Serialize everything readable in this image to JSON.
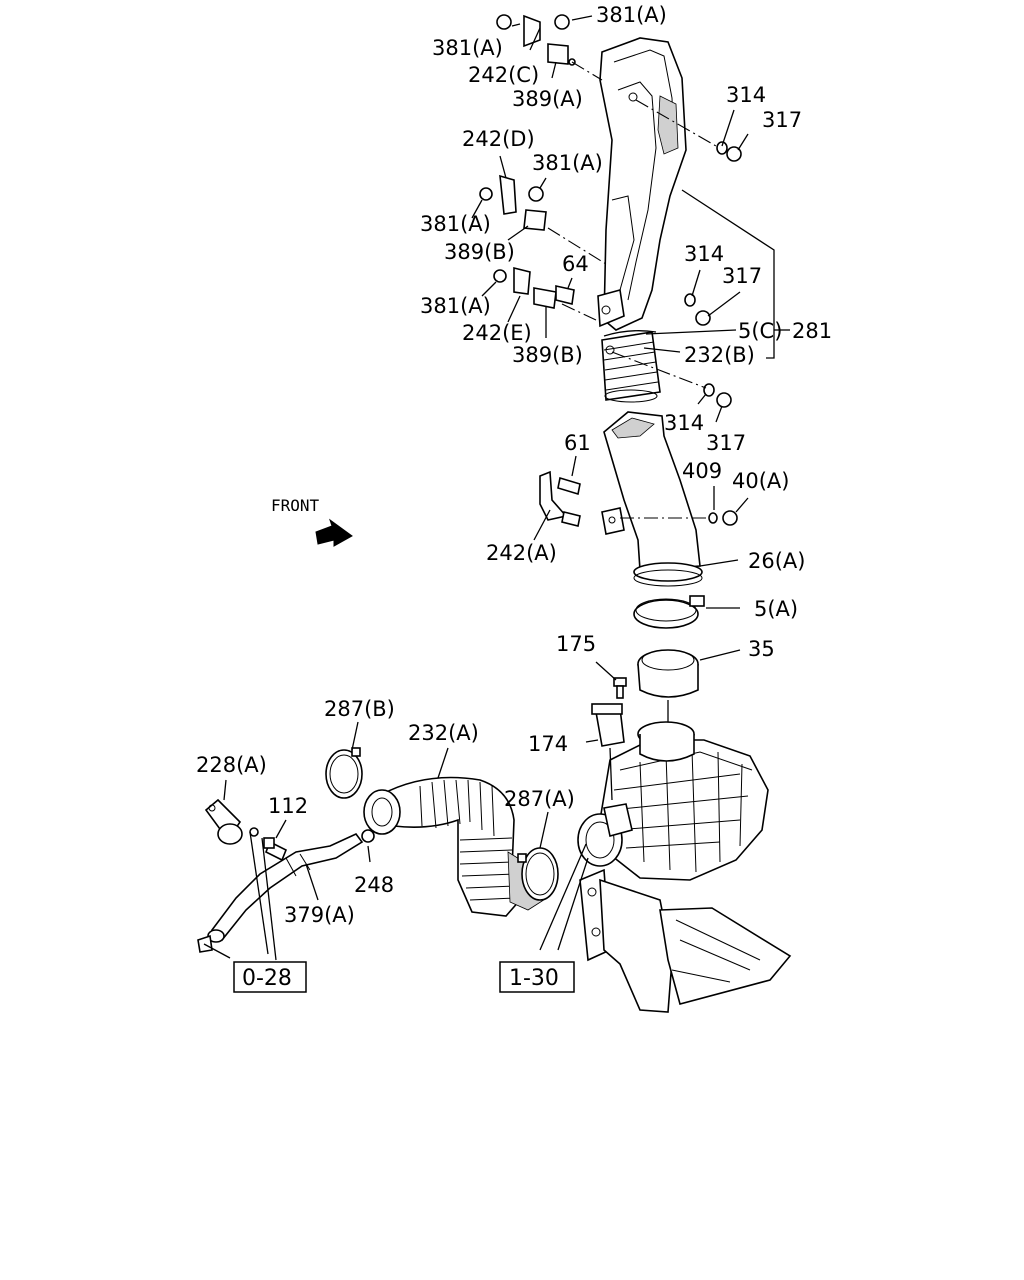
{
  "diagram": {
    "front_label": "FRONT",
    "callouts": {
      "c381a_top_right": "381(A)",
      "c381a_top_left": "381(A)",
      "c242c": "242(C)",
      "c389a": "389(A)",
      "c314_top": "314",
      "c317_top": "317",
      "c242d": "242(D)",
      "c381a_mid_right": "381(A)",
      "c381a_mid_left": "381(A)",
      "c389b_upper": "389(B)",
      "c64": "64",
      "c381a_low": "381(A)",
      "c242e": "242(E)",
      "c389b_lower": "389(B)",
      "c314_mid": "314",
      "c317_mid": "317",
      "c5c": "5(C)",
      "c281": "281",
      "c232b": "232(B)",
      "c314_low": "314",
      "c317_low": "317",
      "c61": "61",
      "c409": "409",
      "c40a": "40(A)",
      "c242a": "242(A)",
      "c26a": "26(A)",
      "c5a": "5(A)",
      "c175": "175",
      "c35": "35",
      "c287b": "287(B)",
      "c232a": "232(A)",
      "c174": "174",
      "c228a": "228(A)",
      "c287a": "287(A)",
      "c112": "112",
      "c248": "248",
      "c379a": "379(A)"
    },
    "reference_boxes": {
      "ref_left": "0-28",
      "ref_right": "1-30"
    }
  }
}
